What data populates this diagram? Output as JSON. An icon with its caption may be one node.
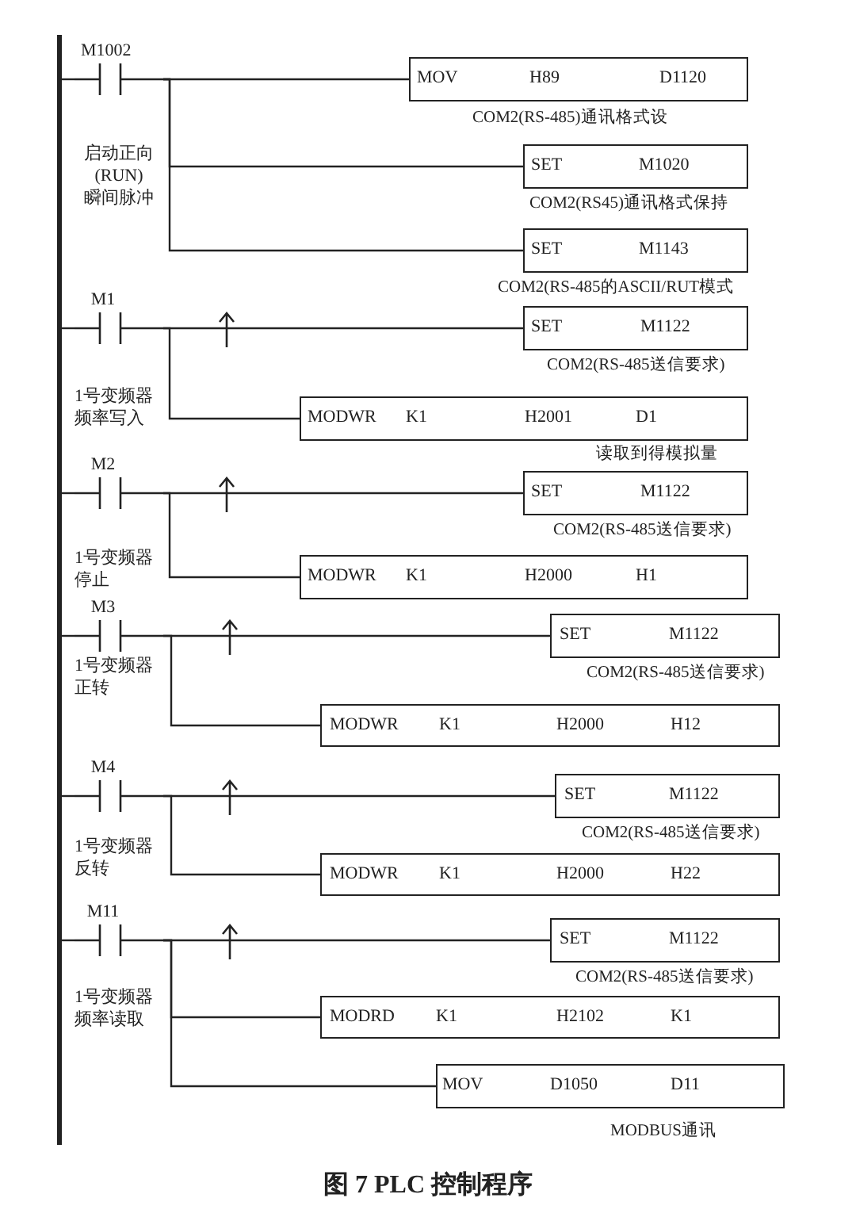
{
  "diagram": {
    "caption": "图 7 PLC 控制程序",
    "nodes": [
      {
        "text": [
          "M1002",
          "启动正向(RUN)瞬间脉冲"
        ]
      },
      {
        "text": [
          "MOV",
          "H89",
          "D1120"
        ],
        "beside": [
          "COM2(RS-485)通讯格式设"
        ]
      },
      {
        "text": [
          "SET",
          "M1020"
        ],
        "beside": [
          "COM2(RS45)通讯格式保持"
        ]
      },
      {
        "text": [
          "SET",
          "M1143"
        ],
        "beside": [
          "COM2(RS-485的ASCII/RUT模式"
        ]
      },
      {
        "text": [
          "M1",
          "1号变频器频率写入"
        ]
      },
      {
        "text": [],
        "shape": "arrow"
      },
      {
        "text": [
          "SET",
          "M1122"
        ],
        "beside": [
          "COM2(RS-485送信要求)"
        ]
      },
      {
        "text": [
          "MODWR",
          "K1",
          "H2001",
          "D1"
        ],
        "beside": [
          "读取到得模拟量"
        ]
      },
      {
        "text": [
          "M2",
          "1号变频器停止"
        ]
      },
      {
        "text": [],
        "shape": "arrow"
      },
      {
        "text": [
          "SET",
          "M1122"
        ],
        "beside": [
          "COM2(RS-485送信要求)"
        ]
      },
      {
        "text": [
          "MODWR",
          "K1",
          "H2000",
          "H1"
        ]
      },
      {
        "text": [
          "M3",
          "1号变频器正转"
        ]
      },
      {
        "text": [],
        "shape": "arrow"
      },
      {
        "text": [
          "SET",
          "M1122"
        ],
        "beside": [
          "COM2(RS-485送信要求)"
        ]
      },
      {
        "text": [
          "MODWR",
          "K1",
          "H2000",
          "H12"
        ]
      },
      {
        "text": [
          "M4",
          "1号变频器反转"
        ]
      },
      {
        "text": [],
        "shape": "arrow"
      },
      {
        "text": [
          "SET",
          "M1122"
        ],
        "beside": [
          "COM2(RS-485送信要求)"
        ]
      },
      {
        "text": [
          "MODWR",
          "K1",
          "H2000",
          "H22"
        ]
      },
      {
        "text": [
          "M11",
          "1号变频器频率读取"
        ]
      },
      {
        "text": [],
        "shape": "arrow"
      },
      {
        "text": [
          "SET",
          "M1122"
        ],
        "beside": [
          "COM2(RS-485送信要求)"
        ]
      },
      {
        "text": [
          "MODRD",
          "K1",
          "H2102",
          "K1"
        ]
      },
      {
        "text": [
          "MOV",
          "D1050",
          "D11"
        ],
        "beside": [
          "MODBUS通讯"
        ]
      },
      {
        "text": [],
        "shape": "bar"
      }
    ],
    "edges": [
      {
        "from": 0,
        "to": 1,
        "arrow": "none"
      },
      {
        "from": 0,
        "to": 2,
        "arrow": "none"
      },
      {
        "from": 0,
        "to": 3,
        "arrow": "none"
      },
      {
        "from": 4,
        "to": 5,
        "arrow": "none"
      },
      {
        "from": 5,
        "to": 6,
        "arrow": "none"
      },
      {
        "from": 4,
        "to": 7,
        "arrow": "none"
      },
      {
        "from": 8,
        "to": 9,
        "arrow": "none"
      },
      {
        "from": 9,
        "to": 10,
        "arrow": "none"
      },
      {
        "from": 8,
        "to": 11,
        "arrow": "none"
      },
      {
        "from": 12,
        "to": 13,
        "arrow": "none"
      },
      {
        "from": 13,
        "to": 14,
        "arrow": "none"
      },
      {
        "from": 12,
        "to": 15,
        "arrow": "none"
      },
      {
        "from": 16,
        "to": 17,
        "arrow": "none"
      },
      {
        "from": 17,
        "to": 18,
        "arrow": "none"
      },
      {
        "from": 16,
        "to": 19,
        "arrow": "none"
      },
      {
        "from": 20,
        "to": 21,
        "arrow": "none"
      },
      {
        "from": 21,
        "to": 22,
        "arrow": "none"
      },
      {
        "from": 20,
        "to": 23,
        "arrow": "none"
      },
      {
        "from": 20,
        "to": 24,
        "arrow": "none"
      },
      {
        "from": 25,
        "to": 0,
        "arrow": "none"
      },
      {
        "from": 25,
        "to": 4,
        "arrow": "none"
      },
      {
        "from": 25,
        "to": 8,
        "arrow": "none"
      },
      {
        "from": 25,
        "to": 12,
        "arrow": "none"
      },
      {
        "from": 25,
        "to": 16,
        "arrow": "none"
      },
      {
        "from": 25,
        "to": 20,
        "arrow": "none"
      }
    ]
  }
}
